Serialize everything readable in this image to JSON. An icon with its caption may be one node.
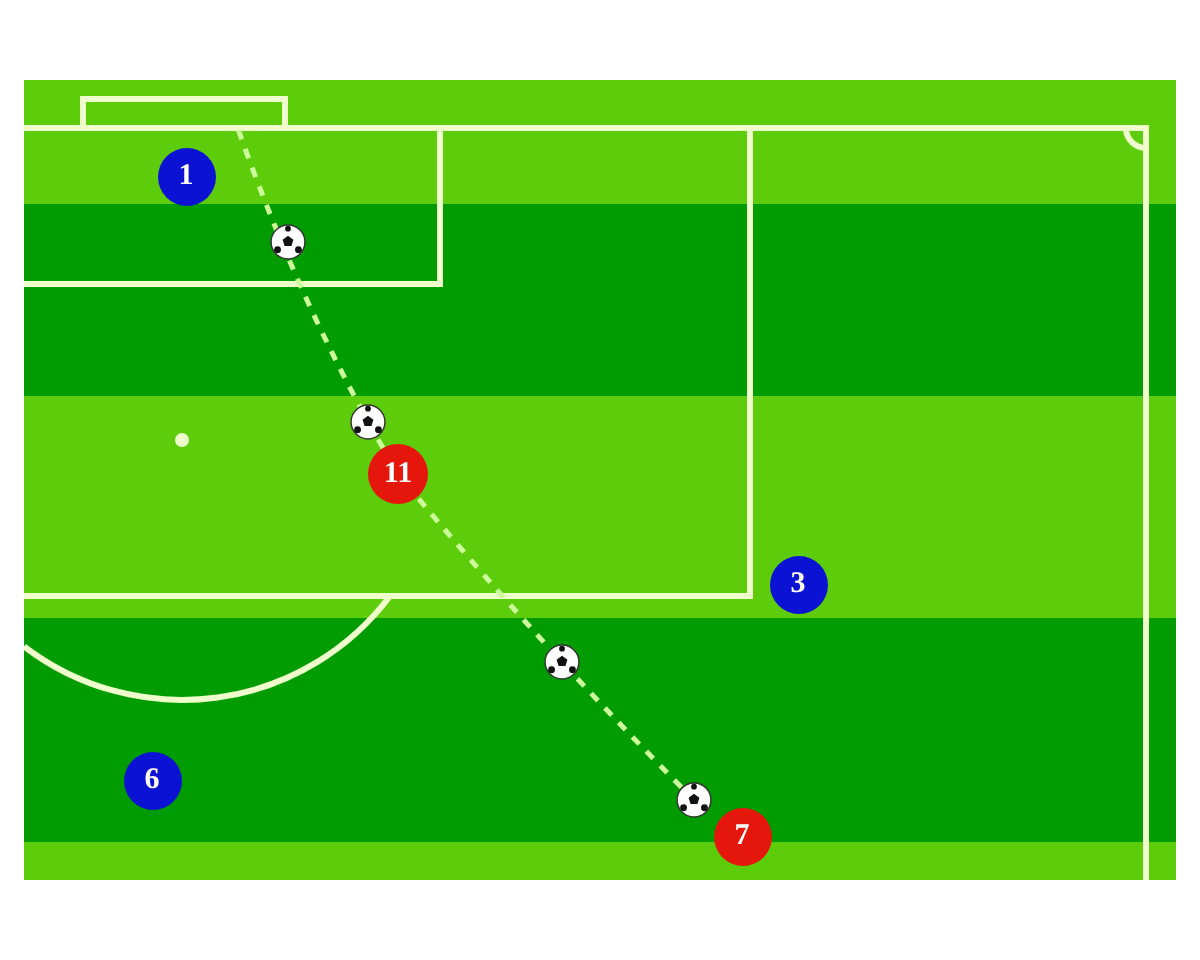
{
  "diagram": {
    "nodes": [
      {
        "text": [],
        "shape": "box"
      },
      {
        "text": [
          "1"
        ]
      },
      {
        "text": [
          "11"
        ]
      },
      {
        "text": [
          "3"
        ]
      },
      {
        "text": [
          "6"
        ]
      },
      {
        "text": [],
        "shape": "picture"
      },
      {
        "text": [
          "7"
        ]
      }
    ],
    "edges": [
      {
        "from": 5,
        "to": 2,
        "arrow": "none",
        "style": "dashed",
        "color": "#ccff99"
      },
      {
        "from": 2,
        "to": 0,
        "arrow": "none",
        "style": "dashed",
        "color": "#ccff99"
      }
    ]
  }
}
